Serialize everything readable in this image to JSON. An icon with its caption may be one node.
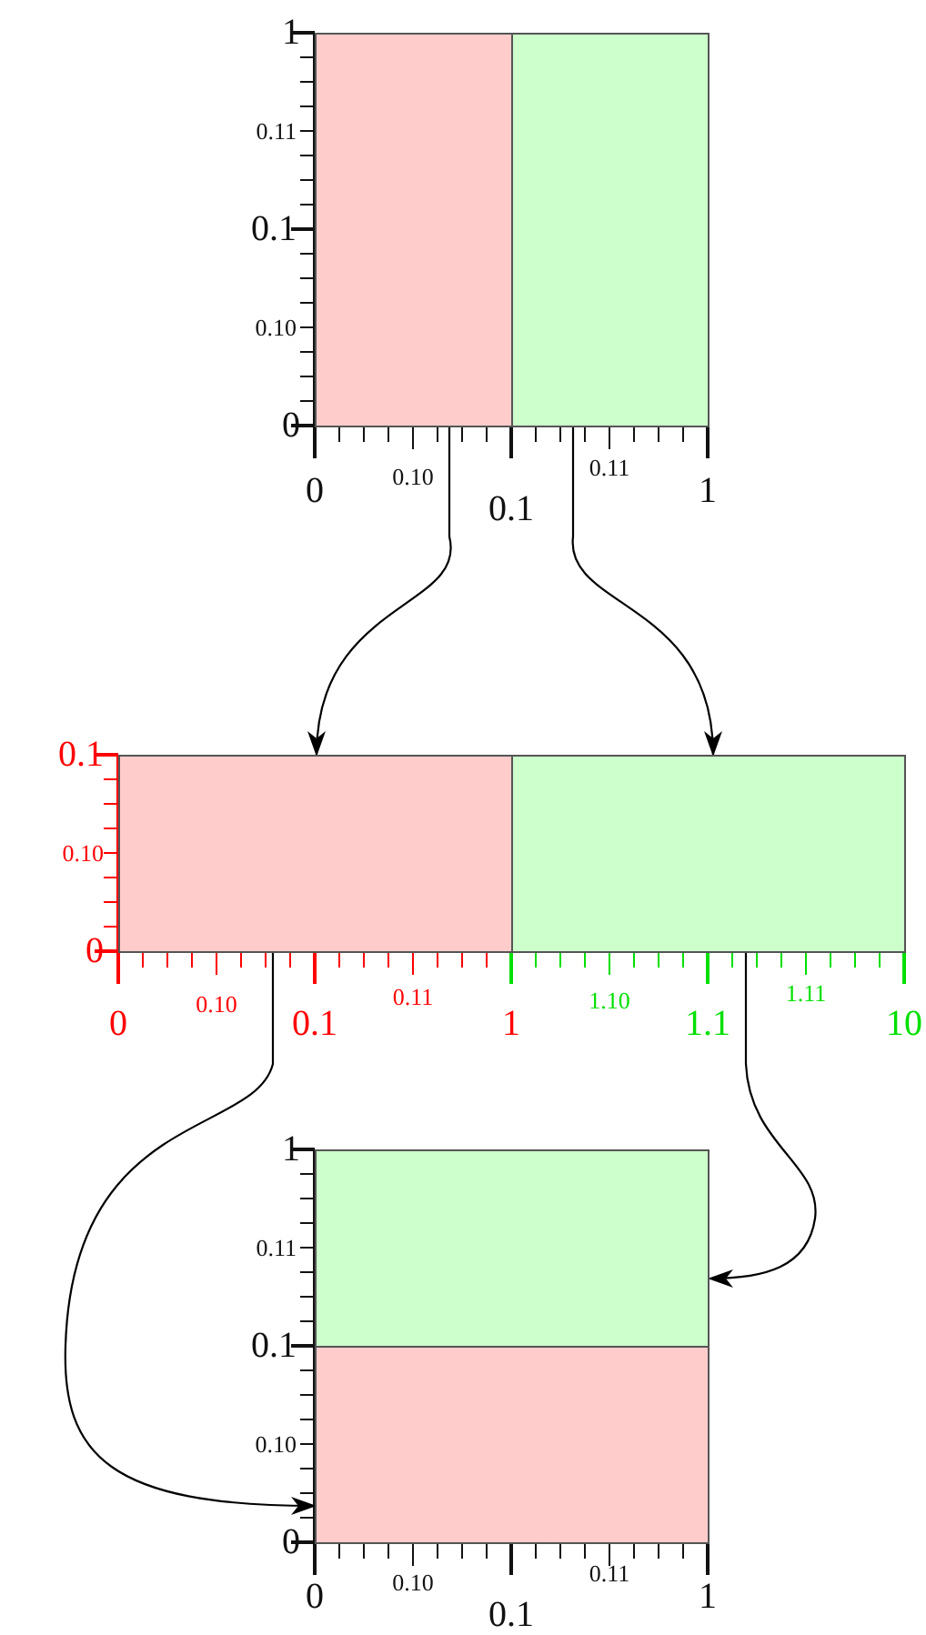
{
  "diagram": {
    "nodes": [
      {
        "text": [],
        "shape": "box"
      },
      {
        "text": [],
        "shape": "box"
      },
      {
        "text": [],
        "shape": "box"
      },
      {
        "text": [],
        "shape": "box"
      },
      {
        "text": [],
        "shape": "box"
      },
      {
        "text": [],
        "shape": "box"
      }
    ],
    "edges": [
      {
        "from": 0,
        "to": 2,
        "arrow": "to"
      },
      {
        "from": 1,
        "to": 3,
        "arrow": "to"
      },
      {
        "from": 2,
        "to": 5,
        "arrow": "to"
      },
      {
        "from": 3,
        "to": 4,
        "arrow": "to"
      }
    ],
    "labels": [
      "1",
      "0.11",
      "0.1",
      "0.10",
      "0",
      "0",
      "0.10",
      "0.1",
      "0.11",
      "1",
      "0.1",
      "0.10",
      "0",
      "0",
      "0.10",
      "0.1",
      "0.11",
      "1",
      "1.10",
      "1.1",
      "1.11",
      "10",
      "1",
      "0.11",
      "0.1",
      "0.10",
      "0",
      "0",
      "0.10",
      "0.1",
      "0.11",
      "1"
    ]
  }
}
